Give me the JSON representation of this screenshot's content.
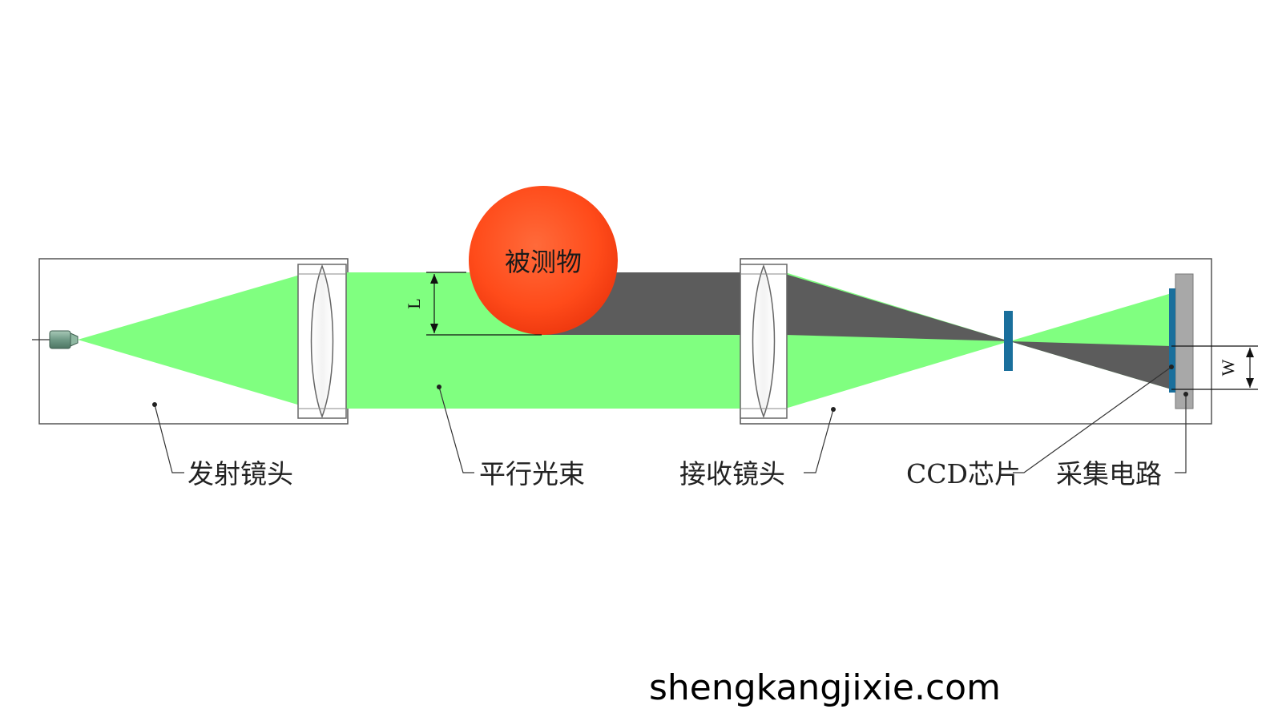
{
  "diagram": {
    "object_label": "被测物",
    "labels": {
      "emitter_lens": "发射镜头",
      "parallel_beam": "平行光束",
      "receiver_lens": "接收镜头",
      "ccd_chip": "CCD芯片",
      "acquisition_circuit": "采集电路"
    },
    "dimension_labels": {
      "L": "L",
      "W": "W"
    },
    "colors": {
      "beam_green": "#80ff80",
      "shadow_gray": "#5c5c5c",
      "object_red": "#ff4b1a",
      "ccd_blue": "#1a6f9c",
      "housing_stroke": "#555555",
      "circuit_gray": "#a8a8a8"
    }
  },
  "watermark": "shengkangjixie.com"
}
